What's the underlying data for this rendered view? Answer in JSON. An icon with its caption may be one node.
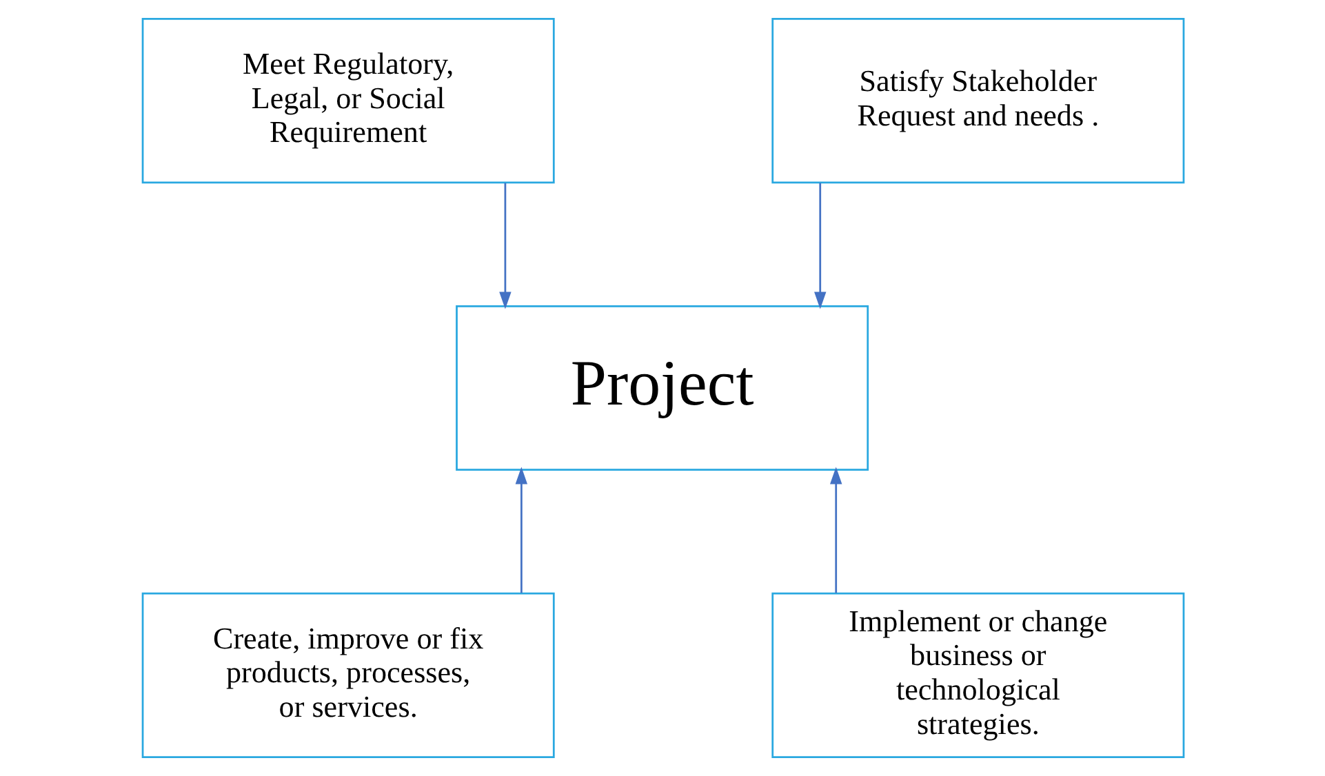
{
  "diagram": {
    "nodes": [
      {
        "text": [
          "Meet Regulatory, Legal, or Social Requirement"
        ]
      },
      {
        "text": [
          "Satisfy Stakeholder Request and needs ."
        ]
      },
      {
        "text": [
          "Project"
        ]
      },
      {
        "text": [
          "Create, improve or fix products, processes, or services."
        ]
      },
      {
        "text": [
          "Implement or change business or technological strategies."
        ]
      }
    ],
    "edges": [
      {
        "from": 0,
        "to": 2,
        "arrow": "to"
      },
      {
        "from": 1,
        "to": 2,
        "arrow": "to"
      },
      {
        "from": 3,
        "to": 2,
        "arrow": "to"
      },
      {
        "from": 4,
        "to": 2,
        "arrow": "to"
      }
    ]
  }
}
